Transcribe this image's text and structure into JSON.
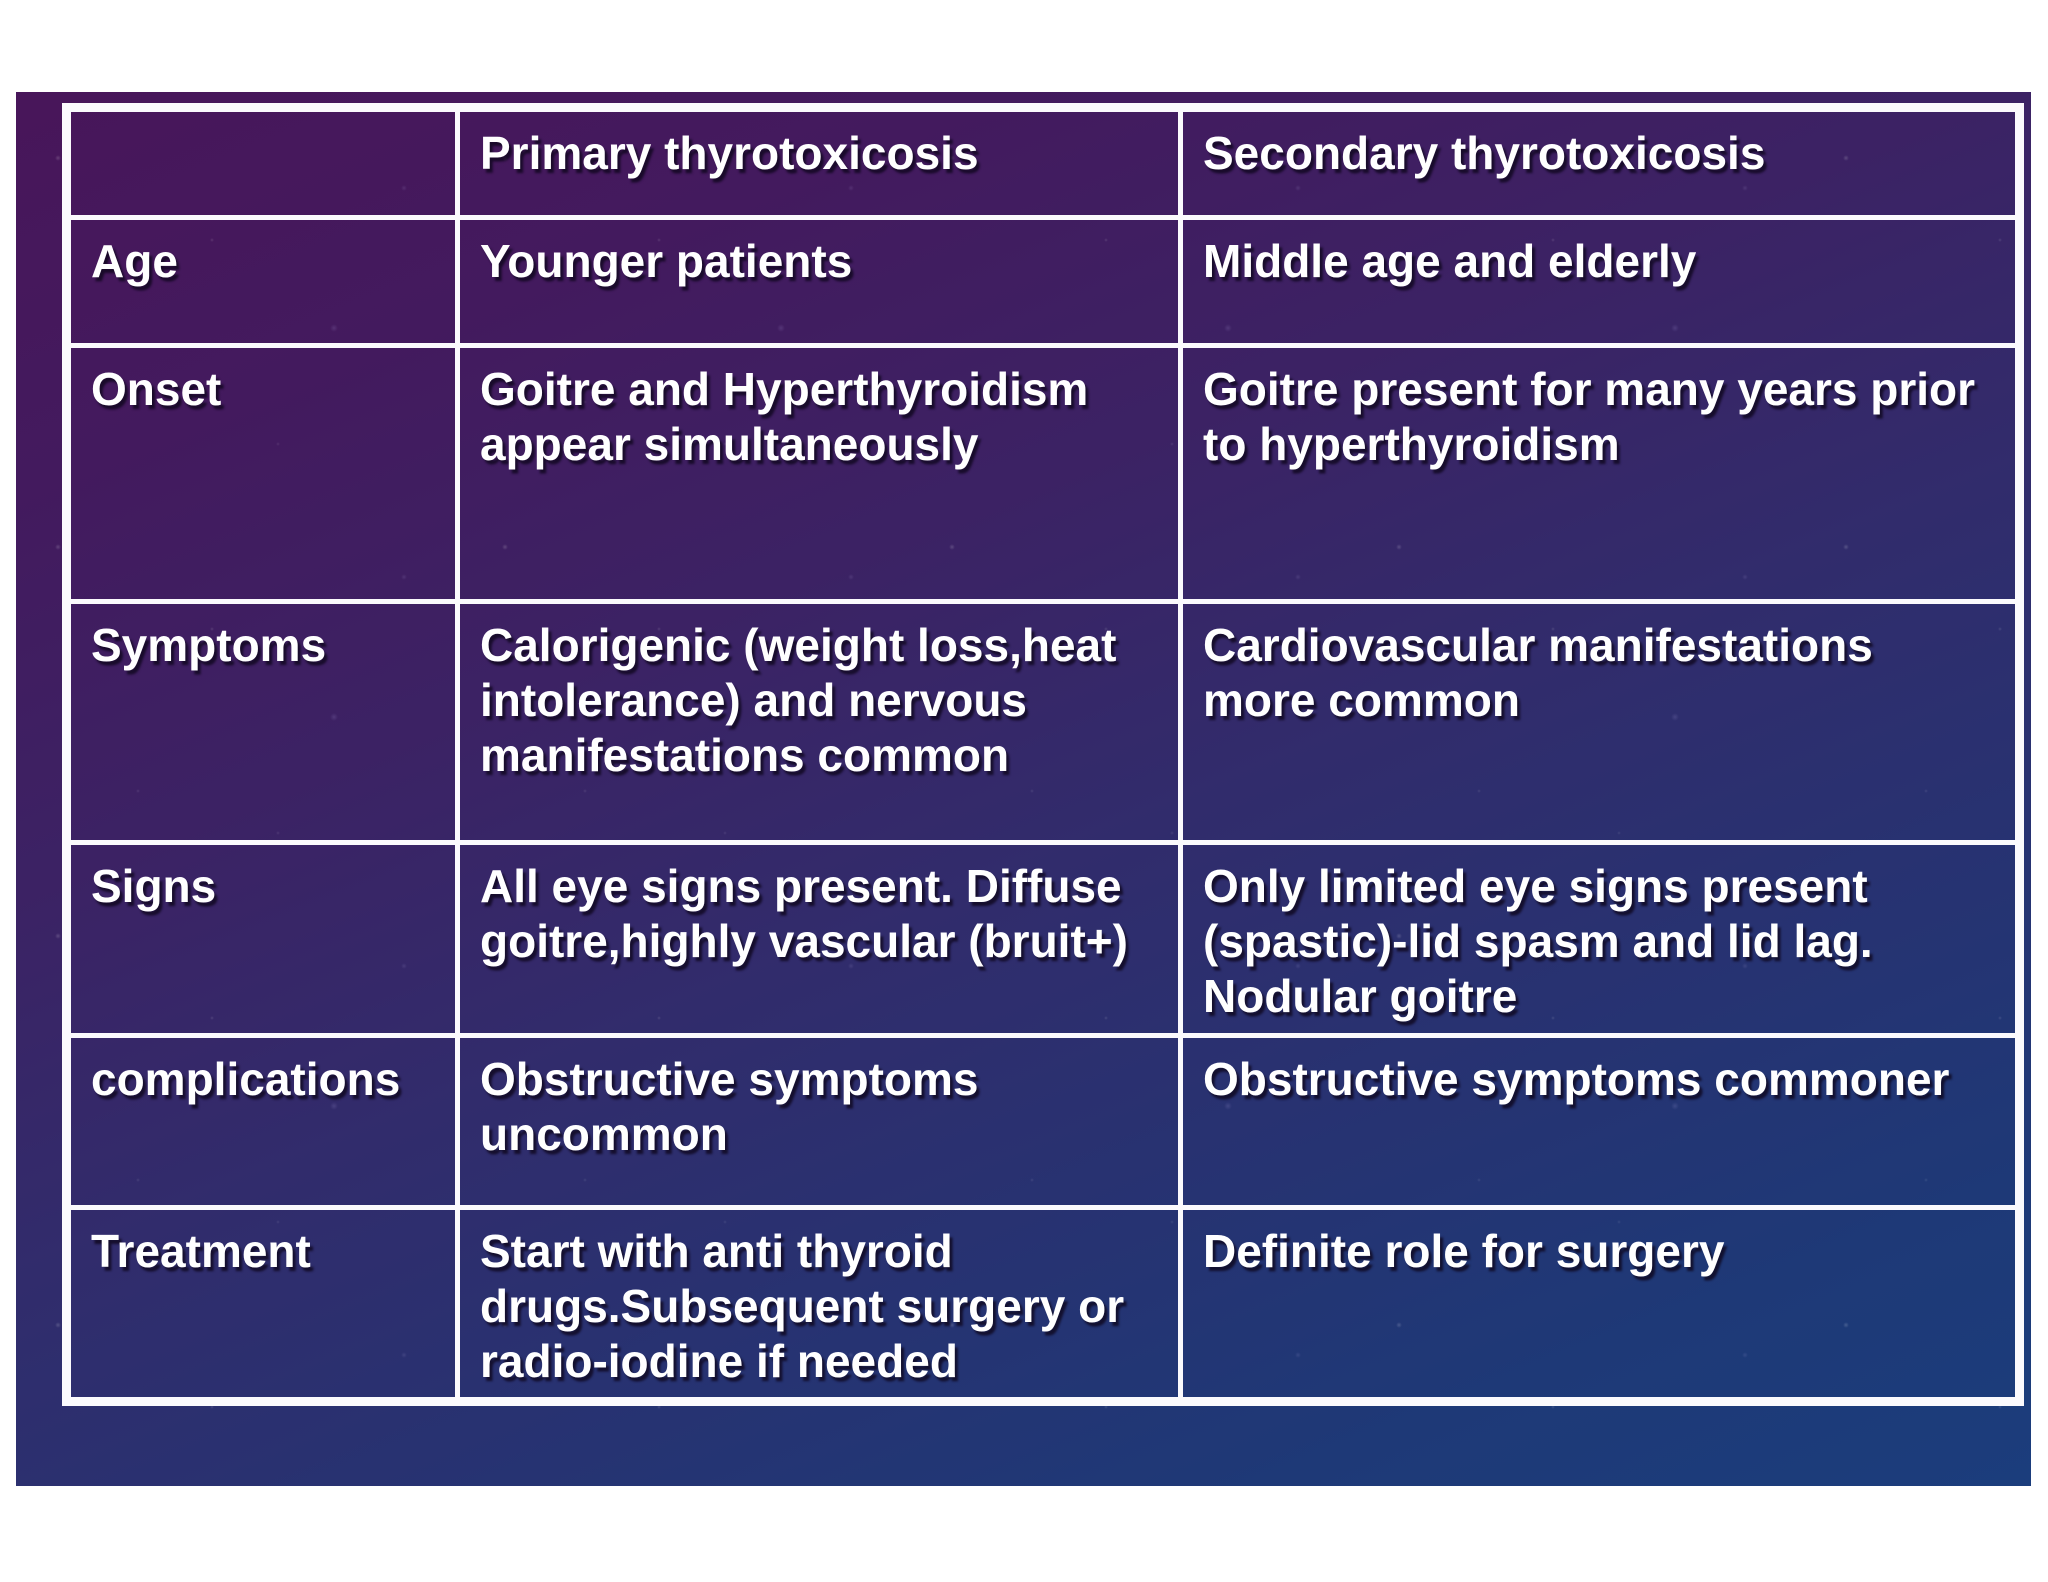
{
  "slide": {
    "colors": {
      "header_red": "#fe0000",
      "label_yellow": "#ffff00",
      "cell_white": "#ffffff",
      "border_white": "#fbfafd",
      "background_top_left": "#48165a",
      "background_bottom_right": "#1b3d7c",
      "page_margin": "#ffffff"
    },
    "table": {
      "header": {
        "corner": "",
        "primary": "Primary thyrotoxicosis",
        "secondary": "Secondary thyrotoxicosis"
      },
      "rows": [
        {
          "label": "Age",
          "primary": "Younger patients",
          "secondary": "Middle age and elderly"
        },
        {
          "label": "Onset",
          "primary": "Goitre and Hyperthyroidism appear simultaneously",
          "secondary": "Goitre present for many years prior to hyperthyroidism"
        },
        {
          "label": "Symptoms",
          "primary": "Calorigenic (weight loss,heat intolerance) and nervous manifestations common",
          "secondary": "Cardiovascular manifestations more common"
        },
        {
          "label": "Signs",
          "primary": "All eye signs present. Diffuse goitre,highly vascular (bruit+)",
          "secondary": "Only limited eye signs present (spastic)-lid spasm and lid lag. Nodular goitre"
        },
        {
          "label": "complications",
          "primary": "Obstructive symptoms uncommon",
          "secondary": "Obstructive symptoms commoner"
        },
        {
          "label": "Treatment",
          "primary": "Start with anti thyroid drugs.Subsequent surgery or radio-iodine if needed",
          "secondary": "Definite role for surgery"
        }
      ]
    }
  }
}
